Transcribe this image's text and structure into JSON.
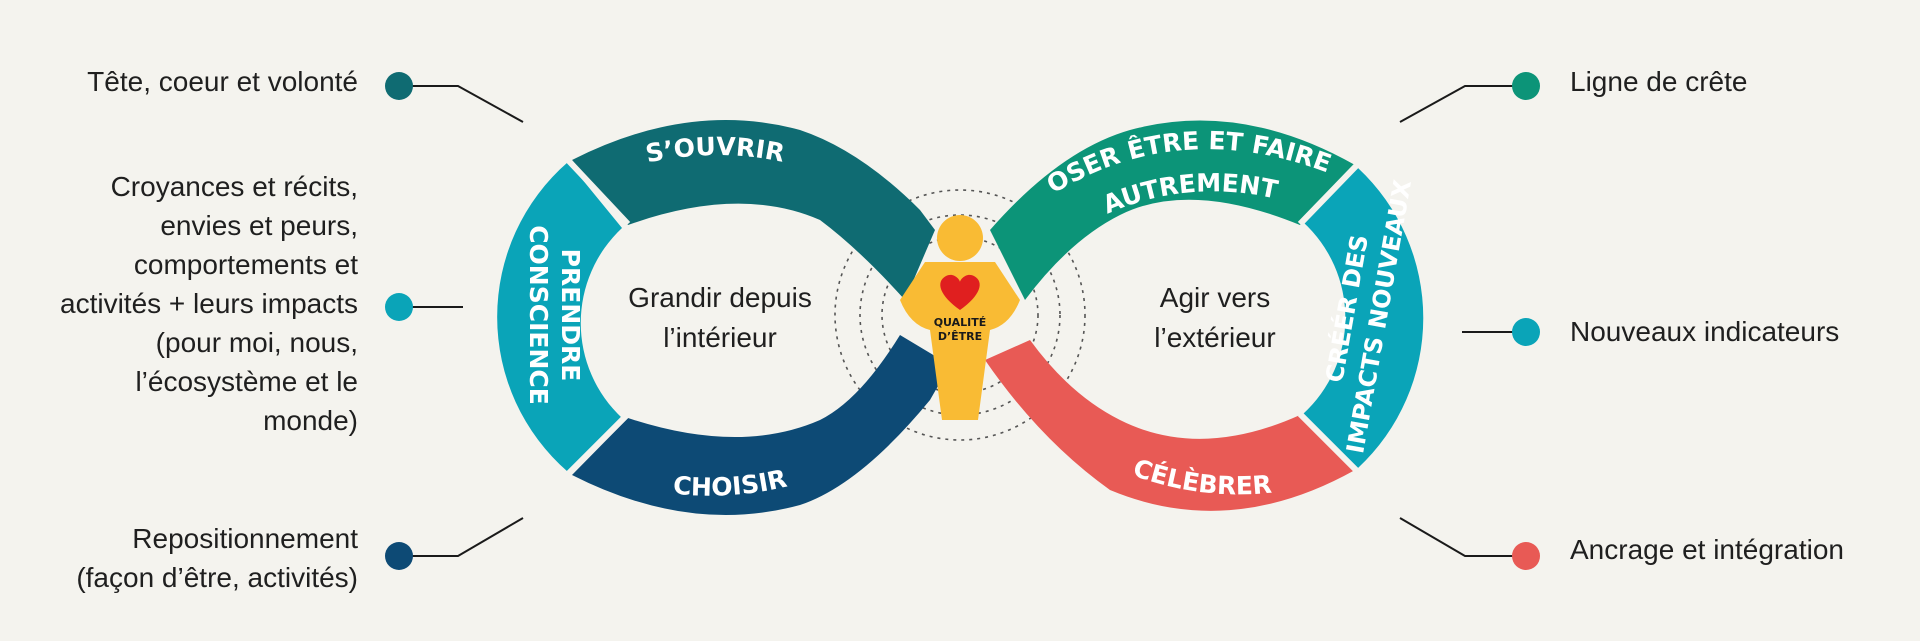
{
  "colors": {
    "background": "#f4f3ee",
    "sOuvrir": "#0f6b72",
    "prendreConscience": "#0aa4b8",
    "choisir": "#0d4a75",
    "oserEtre": "#0c9478",
    "creerImpacts": "#0aa4b8",
    "celebrer": "#e85a55",
    "figure": "#f9bb34",
    "heart": "#e01f1f"
  },
  "bands": {
    "s_ouvrir": "S’OUVRIR",
    "prendre_line1": "PRENDRE",
    "prendre_line2": "CONSCIENCE",
    "choisir": "CHOISIR",
    "oser_line1": "OSER ÊTRE ET FAIRE",
    "oser_line2": "AUTREMENT",
    "creer_line1": "CRÉÉR DES",
    "creer_line2": "IMPACTS NOUVEAUX",
    "celebrer": "CÉLÈBRER"
  },
  "center": {
    "left_line1": "Grandir depuis",
    "left_line2": "l’intérieur",
    "right_line1": "Agir vers",
    "right_line2": "l’extérieur",
    "figure_line1": "QUALITÉ",
    "figure_line2": "D’ÊTRE"
  },
  "annotations": {
    "left": {
      "tete": "Tête, coeur et volonté",
      "croyances": [
        "Croyances et récits,",
        "envies et peurs,",
        "comportements et",
        "activités + leurs impacts",
        "(pour moi, nous,",
        "l’écosystème et le",
        "monde)"
      ],
      "repositionnement": [
        "Repositionnement",
        "(façon d’être, activités)"
      ]
    },
    "right": {
      "ligne": "Ligne de crête",
      "indicateurs": "Nouveaux indicateurs",
      "ancrage": "Ancrage et intégration"
    }
  }
}
